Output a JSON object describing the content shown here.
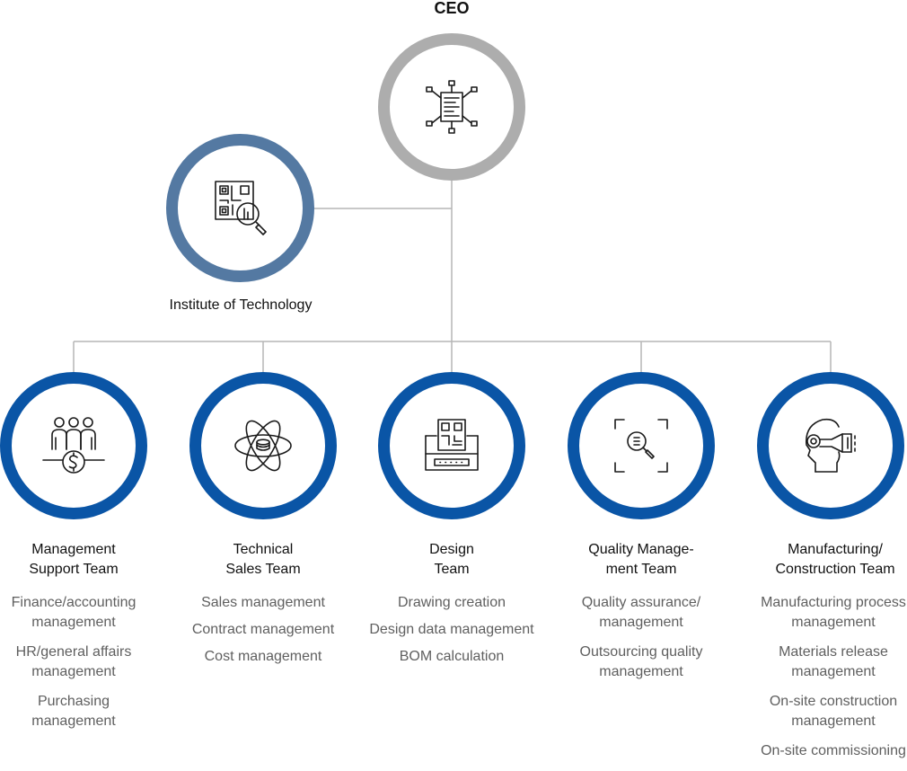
{
  "ceo": {
    "title": "CEO",
    "icon": "server-network-icon",
    "ring_color": "#adadad"
  },
  "institute": {
    "title": "Institute of Technology",
    "icon": "blueprint-search-icon",
    "ring_color": "#5479a2"
  },
  "team_ring_color": "#0a55a6",
  "connector_color": "#b6b6b6",
  "teams": [
    {
      "title_lines": [
        "Management",
        "Support Team"
      ],
      "icon": "people-dollar-icon",
      "duties": [
        [
          "Finance/accounting",
          "management"
        ],
        [
          "HR/general affairs",
          "management"
        ],
        [
          "Purchasing",
          "management"
        ]
      ]
    },
    {
      "title_lines": [
        "Technical",
        "Sales Team"
      ],
      "icon": "atom-icon",
      "duties": [
        [
          "Sales management"
        ],
        [
          "Contract management"
        ],
        [
          "Cost management"
        ]
      ]
    },
    {
      "title_lines": [
        "Design",
        "Team"
      ],
      "icon": "design-workstation-icon",
      "duties": [
        [
          "Drawing creation"
        ],
        [
          "Design data management"
        ],
        [
          "BOM calculation"
        ]
      ]
    },
    {
      "title_lines": [
        "Quality Manage-",
        "ment Team"
      ],
      "icon": "quality-inspection-icon",
      "duties": [
        [
          "Quality assurance/",
          "management"
        ],
        [
          "Outsourcing quality",
          "management"
        ]
      ]
    },
    {
      "title_lines": [
        "Manufacturing/",
        "Construction Team"
      ],
      "icon": "vr-headset-icon",
      "duties": [
        [
          "Manufacturing process",
          "management"
        ],
        [
          "Materials release",
          "management"
        ],
        [
          "On-site construction",
          "management"
        ],
        [
          "On-site commissioning"
        ]
      ]
    }
  ]
}
